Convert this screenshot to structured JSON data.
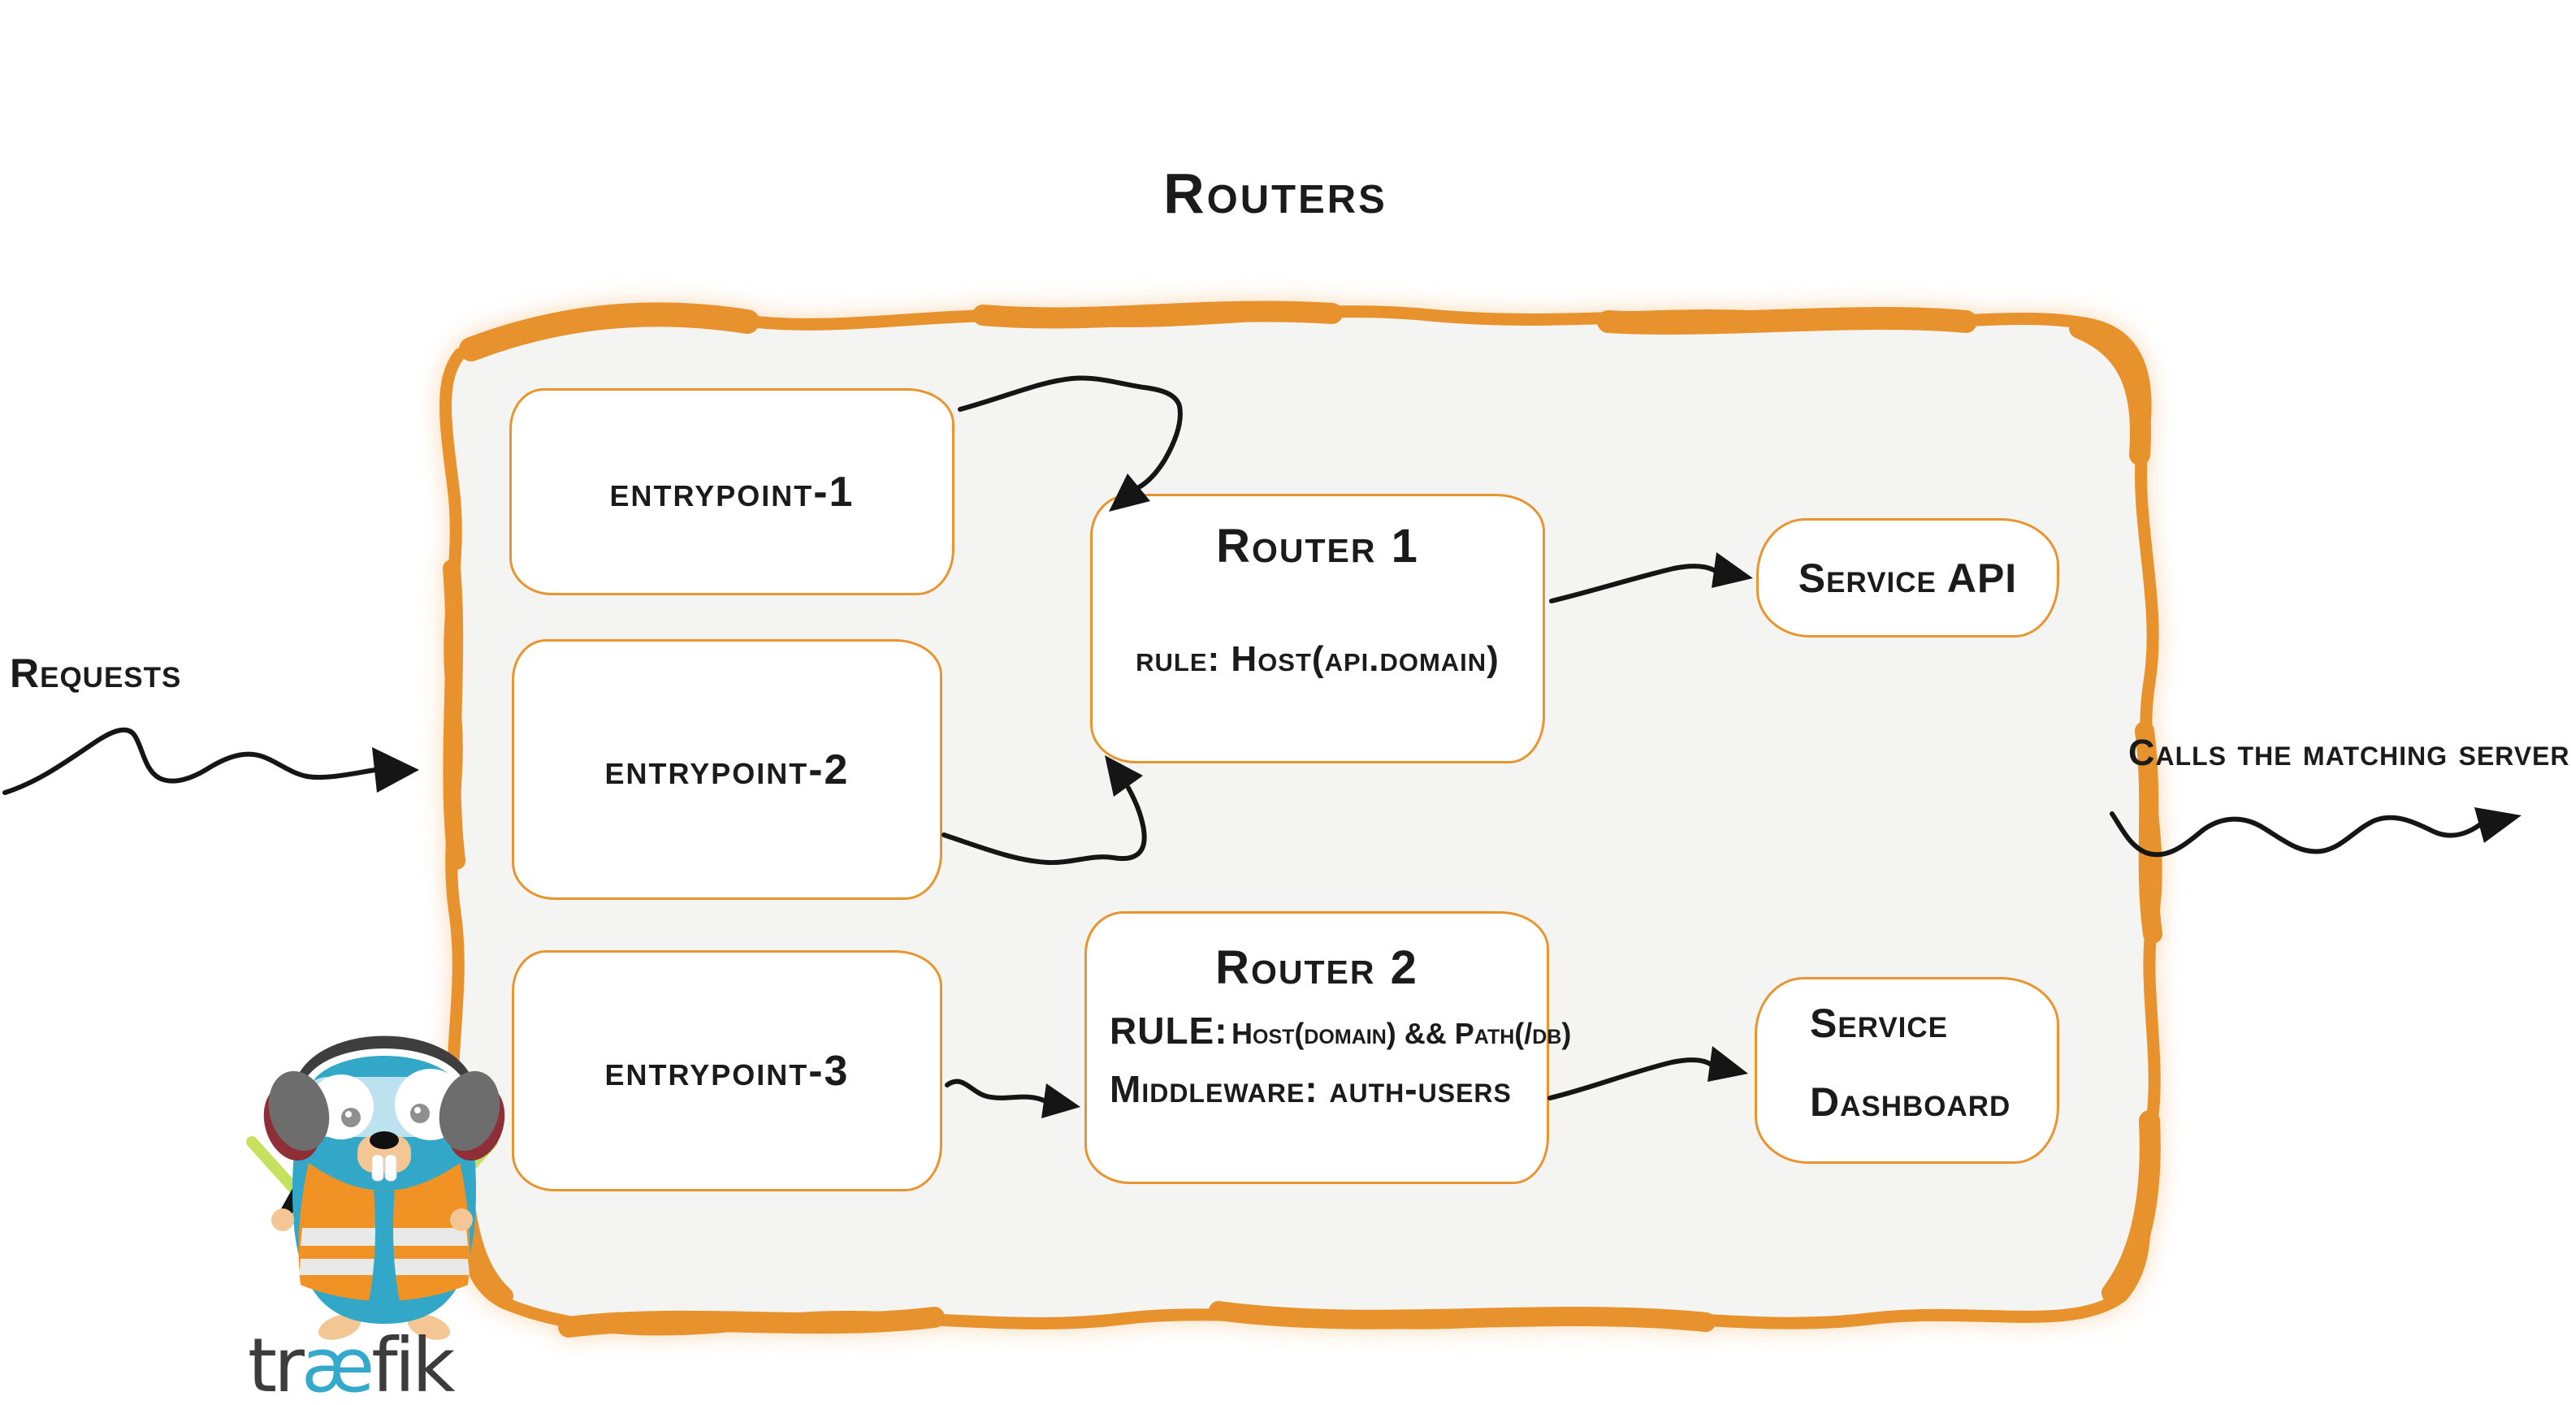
{
  "title": "Routers",
  "annotations": {
    "requests": "Requests",
    "calls": "Calls the matching server"
  },
  "entrypoints": [
    {
      "label": "entrypoint-1"
    },
    {
      "label": "entrypoint-2"
    },
    {
      "label": "entrypoint-3"
    }
  ],
  "routers": [
    {
      "title": "Router 1",
      "rule": "rule: Host(api.domain)"
    },
    {
      "title": "Router 2",
      "rule_label": "RULE:",
      "rule_value": "Host(domain) && Path(/db)",
      "middleware": "Middleware: auth-users"
    }
  ],
  "services": [
    {
      "lines": [
        "Service API"
      ]
    },
    {
      "lines": [
        "Service",
        "Dashboard"
      ]
    }
  ],
  "logo": {
    "pre": "tr",
    "ae": "æ",
    "post": "fik"
  },
  "colors": {
    "orange": "#e8922d",
    "container_fill": "#f4f4f3",
    "ink": "#1b1b1b",
    "teal": "#35a9cb"
  }
}
